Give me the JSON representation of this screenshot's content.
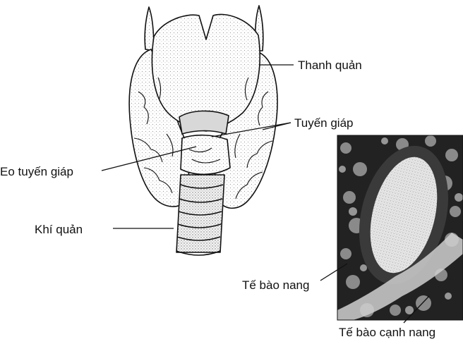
{
  "labels": {
    "larynx": "Thanh quản",
    "thyroid_gland": "Tuyến giáp",
    "isthmus": "Eo tuyến giáp",
    "trachea": "Khí quản",
    "follicular_cells": "Tế bào nang",
    "parafollicular_cells": "Tế bào cạnh nang"
  }
}
